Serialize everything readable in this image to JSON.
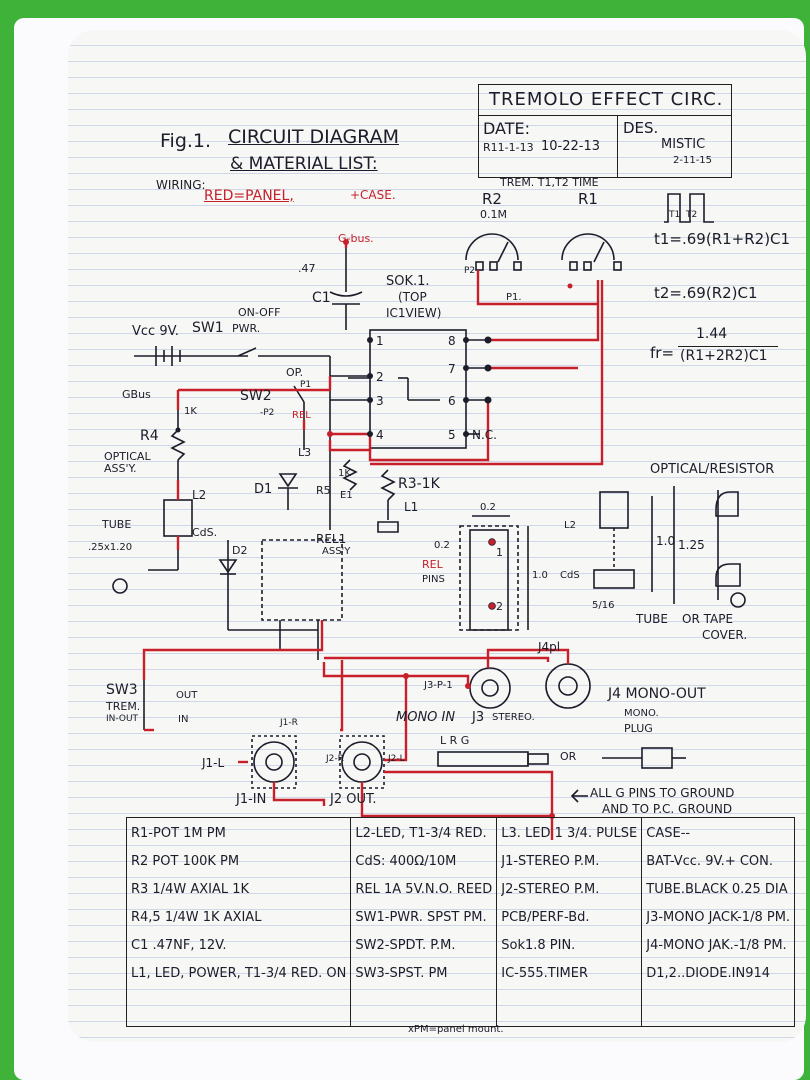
{
  "title_block": {
    "name": "TREMOLO EFFECT CIRC.",
    "date_label": "DATE:",
    "date_rev": "R11-1-13",
    "date": "10-22-13",
    "des_label": "DES.",
    "designer": "MISTIC",
    "des_date": "2-11-15"
  },
  "heading": {
    "fig": "Fig.1.",
    "line1": "CIRCUIT DIAGRAM",
    "line2": "& MATERIAL LIST:",
    "wiring_label": "WIRING:",
    "wiring_red": "RED=PANEL,",
    "wiring_case": "+CASE."
  },
  "timing": {
    "label": "TREM. T1,T2 TIME",
    "t1_tick": "T1",
    "t2_tick": "T2",
    "r2_label": "R2",
    "r2_value": "0.1M",
    "r1_label": "R1",
    "eq1": "t1=.69(R1+R2)C1",
    "eq2": "t2=.69(R2)C1",
    "freq_lhs": "fr=",
    "freq_num": "1.44",
    "freq_den": "(R1+2R2)C1"
  },
  "schematic": {
    "gbus": "G-bus.",
    "c1_value": ".47",
    "c1_label": "C1",
    "onoff": "ON-OFF",
    "sw1": "SW1",
    "pwr": "PWR.",
    "vcc": "Vcc 9V.",
    "gbus_left": "GBus",
    "sok_label": "SOK.1.",
    "sok_top": "(TOP",
    "sok_view": "IC1VIEW)",
    "pin1": "1",
    "pin2": "2",
    "pin3": "3",
    "pin4": "4",
    "pin5": "5",
    "pin6": "6",
    "pin7": "7",
    "pin8": "8",
    "nc": "N.C.",
    "op": "OP.",
    "p1": "P1",
    "sw2": "SW2",
    "p2": "-P2",
    "rel": "REL",
    "r4": "R4",
    "r4_val": "1K",
    "optical": "OPTICAL",
    "assy": "ASS'Y.",
    "l2": "L2",
    "tube": "TUBE",
    "tube_size": ".25x1.20",
    "cds": "CdS.",
    "l3": "L3",
    "r5": "R5",
    "r5_val": "1K",
    "e1": "E1",
    "d1": "D1",
    "r3": "R3-1K",
    "l1": "L1",
    "d2": "D2",
    "rel1": "REL1",
    "rel_assy": "ASS'Y",
    "sw3": "SW3",
    "trem": "TREM.",
    "inout": "IN-OUT",
    "out": "OUT",
    "in": "IN",
    "p2b": "P2",
    "p1b": "P1."
  },
  "relay_detail": {
    "dim_w": "0.2",
    "dim_h": "0.2",
    "dim_side": "1.0",
    "pin1": "1",
    "pin2": "2",
    "label": "REL",
    "pins": "PINS"
  },
  "optical_detail": {
    "title": "OPTICAL/RESISTOR",
    "l2": "L2",
    "cds": "CdS",
    "dim1": "1.0",
    "dim2": "1.25",
    "dim3": "5/16",
    "tube_note": "TUBE",
    "tape": "OR TAPE",
    "cover": "COVER."
  },
  "jacks": {
    "j4_label": "J4 MONO-OUT",
    "j4_pin": "J4pl",
    "mono_in": "MONO IN",
    "j3": "J3",
    "stereo": "STEREO.",
    "j3p": "J3-P-1",
    "mono_plug": "MONO.",
    "plug": "PLUG",
    "lrg": "L R G",
    "or": "OR",
    "j1": "J1-L",
    "j1r": "J1-R",
    "j2r": "J2-R",
    "j2l": "J2-L",
    "j1_in": "J1-IN",
    "j2_out": "J2 OUT.",
    "ground_note1": "ALL G PINS TO GROUND",
    "ground_note2": "AND TO P.C. GROUND"
  },
  "material_list": {
    "col1": [
      "R1-POT 1M PM",
      "R2 POT 100K PM",
      "R3 1/4W AXIAL 1K",
      "R4,5 1/4W 1K AXIAL",
      "C1 .47NF, 12V.",
      "L1, LED, POWER, T1-3/4 RED. ON"
    ],
    "col2": [
      "L2-LED, T1-3/4 RED.",
      "CdS: 400Ω/10M",
      "REL 1A 5V.N.O. REED",
      "SW1-PWR. SPST PM.",
      "SW2-SPDT. P.M.",
      "SW3-SPST. PM"
    ],
    "col3": [
      "L3. LED 1 3/4. PULSE",
      "J1-STEREO P.M.",
      "J2-STEREO P.M.",
      "PCB/PERF-Bd.",
      "Sok1.8 PIN.",
      "IC-555.TIMER"
    ],
    "col4": [
      "CASE--",
      "BAT-Vcc. 9V.+ CON.",
      "TUBE.BLACK 0.25 DIA",
      "J3-MONO JACK-1/8 PM.",
      "J4-MONO JAK.-1/8 PM.",
      "D1,2..DIODE.IN914"
    ],
    "footnote": "xPM=panel mount."
  },
  "colors": {
    "ink": "#1c1c2a",
    "red_wire": "#c7202a",
    "background": "#3fb23a"
  }
}
